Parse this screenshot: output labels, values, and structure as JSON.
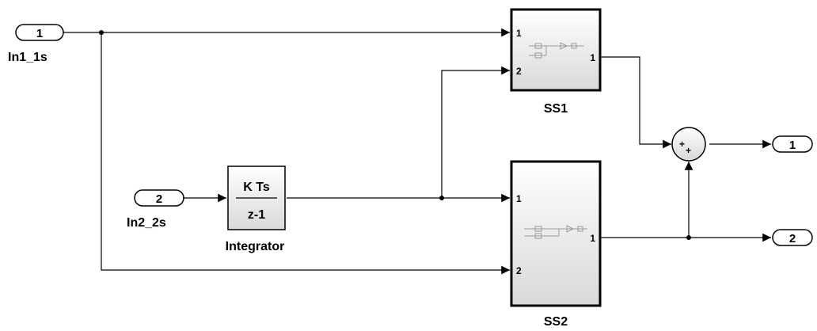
{
  "diagram": {
    "inports": [
      {
        "number": "1",
        "label": "In1_1s"
      },
      {
        "number": "2",
        "label": "In2_2s"
      }
    ],
    "outports": [
      {
        "number": "1"
      },
      {
        "number": "2"
      }
    ],
    "integrator": {
      "numerator": "K Ts",
      "denominator": "z-1",
      "label": "Integrator"
    },
    "subsystems": [
      {
        "label": "SS1",
        "inputs": [
          "1",
          "2"
        ],
        "outputs": [
          "1"
        ]
      },
      {
        "label": "SS2",
        "inputs": [
          "1",
          "2"
        ],
        "outputs": [
          "1"
        ]
      }
    ],
    "sum": {
      "signs": [
        "+",
        "+"
      ]
    },
    "colors": {
      "block_gradient_top": "#ffffff",
      "block_gradient_bottom": "#d9d9d9",
      "line": "#000000"
    }
  }
}
